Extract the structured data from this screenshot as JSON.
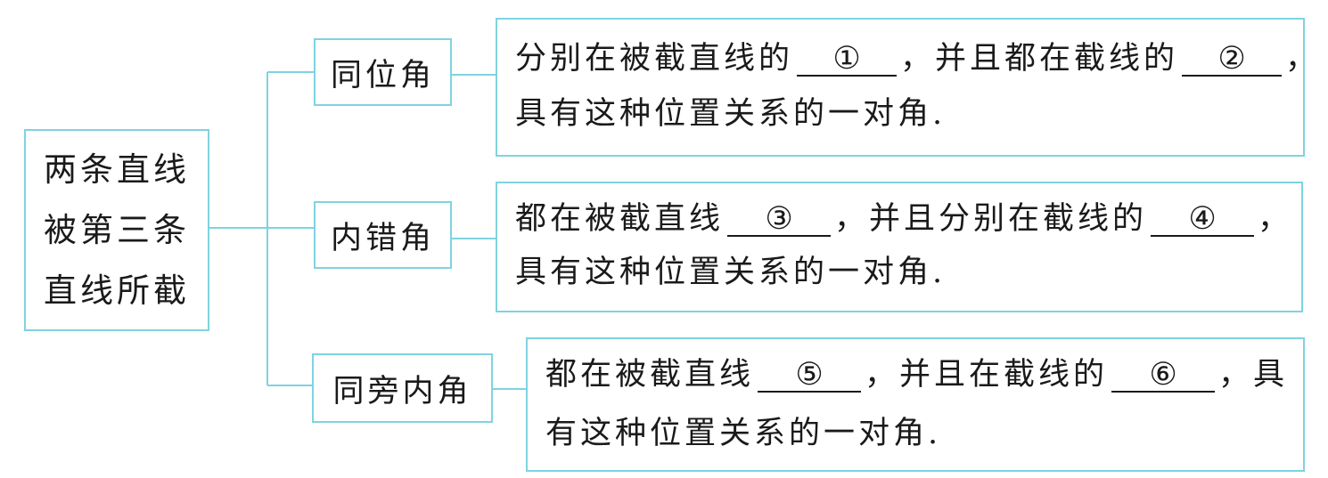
{
  "root": {
    "lines": [
      "两条直线",
      "被第三条",
      "直线所截"
    ]
  },
  "categories": [
    {
      "label": "同位角",
      "definition": {
        "line1": {
          "a": "分别在被截直线的",
          "blank1": "①",
          "b": "，并且都在截线的",
          "blank2": "②",
          "c": "，"
        },
        "line2": "具有这种位置关系的一对角."
      }
    },
    {
      "label": "内错角",
      "definition": {
        "line1": {
          "a": "都在被截直线",
          "blank1": "③",
          "b": "，并且分别在截线的",
          "blank2": "④",
          "c": "，"
        },
        "line2": "具有这种位置关系的一对角."
      }
    },
    {
      "label": "同旁内角",
      "definition": {
        "line1": {
          "a": "都在被截直线",
          "blank1": "⑤",
          "b": "，并且在截线的",
          "blank2": "⑥",
          "c": "，具"
        },
        "line2": "有这种位置关系的一对角."
      }
    }
  ],
  "colors": {
    "border": "#7fd3e0",
    "text": "#1a1a1a",
    "background": "#ffffff"
  }
}
